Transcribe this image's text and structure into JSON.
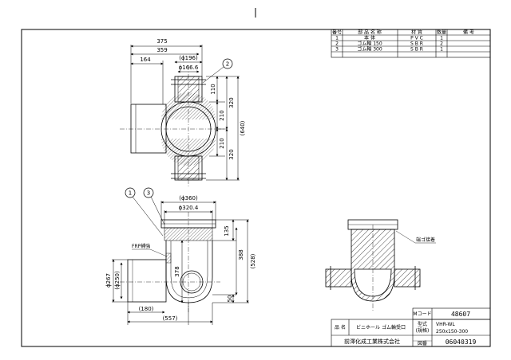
{
  "parts_table": {
    "headers": [
      "番号",
      "部 品 名 称",
      "材 質",
      "数量",
      "備 考"
    ],
    "rows": [
      {
        "no": "1",
        "name": "本 体",
        "material": "P V C",
        "qty": "1",
        "note": ""
      },
      {
        "no": "2",
        "name": "ゴム輪 150",
        "material": "S B R",
        "qty": "2",
        "note": ""
      },
      {
        "no": "3",
        "name": "ゴム輪 300",
        "material": "S B R",
        "qty": "1",
        "note": ""
      }
    ]
  },
  "top_view": {
    "dims": {
      "w375": "375",
      "w359": "359",
      "w164": "164",
      "d196": "(ϕ196)",
      "d166": "ϕ166.6",
      "h110": "110",
      "h320a": "320",
      "h210a": "210",
      "h210b": "210",
      "h320b": "320",
      "h640": "(640)"
    },
    "callout_2": "2"
  },
  "front_view": {
    "dims": {
      "d360": "(ϕ360)",
      "d320": "ϕ320.4",
      "h135": "135",
      "h388": "388",
      "h528": "(528)",
      "h378": "378",
      "h50": "50",
      "d267": "ϕ267",
      "d250": "(ϕ250)",
      "w180": "(180)",
      "w557": "(557)"
    },
    "callout_1": "1",
    "callout_3": "3",
    "frp_label": "FRP補強"
  },
  "section_view": {
    "label": "端ゴ接着"
  },
  "title_block": {
    "mcode_label": "Mコード",
    "mcode_value": "48607",
    "name_label": "品 名",
    "name_value": "ビニホール ゴム輪受口",
    "model_label": "型式",
    "model_sub": "(規格)",
    "model_value1": "VHR-WL",
    "model_value2": "250x150-300",
    "company": "前澤化成工業株式会社",
    "drawing_label": "図番",
    "drawing_value": "06040319"
  },
  "colors": {
    "line": "#000000",
    "hatch": "#000000"
  }
}
